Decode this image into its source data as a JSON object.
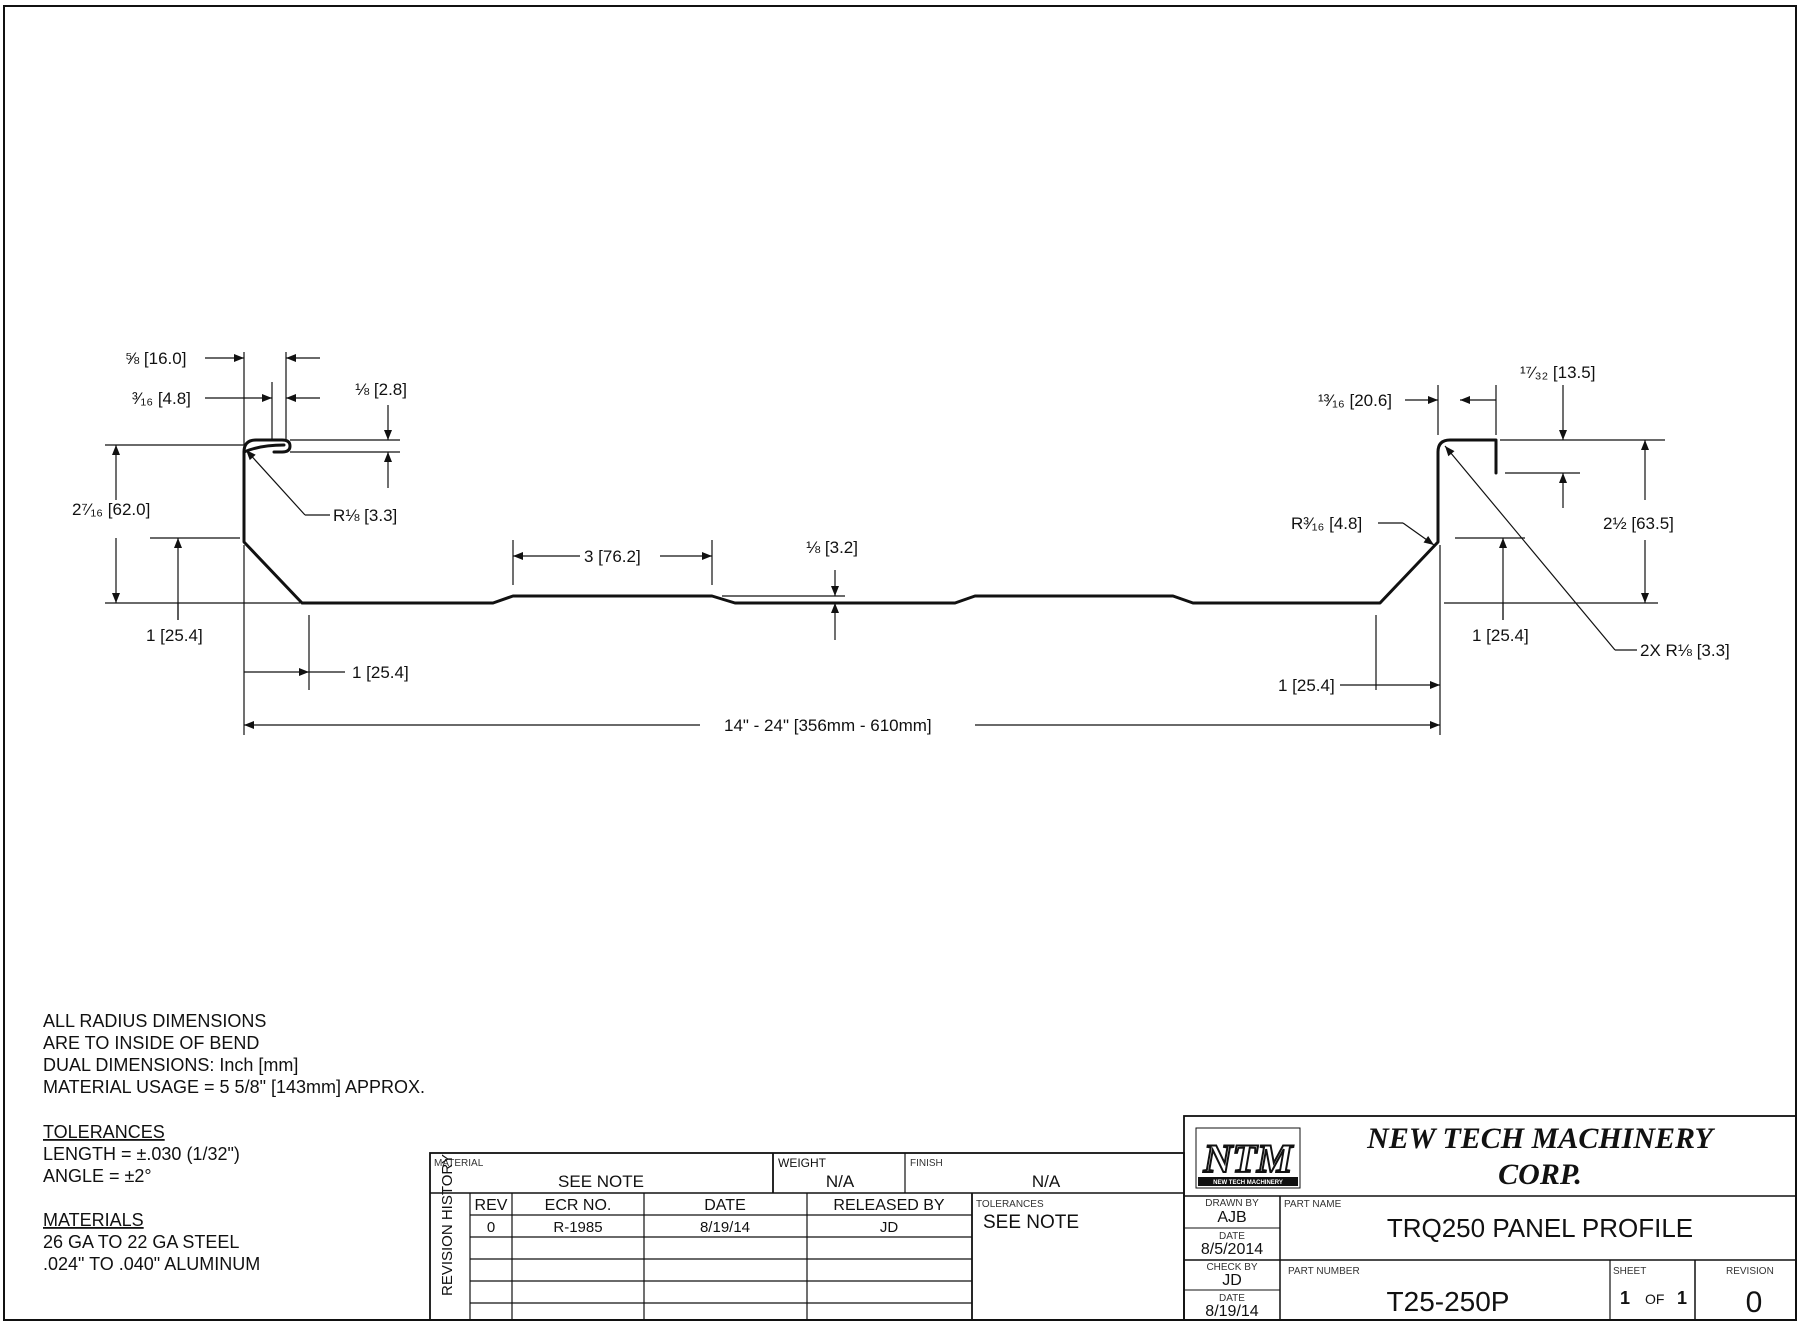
{
  "dims": {
    "d58": "⅝ [16.0]",
    "d316": "³⁄₁₆ [4.8]",
    "d18a": "⅛ [2.8]",
    "h2716": "2⁷⁄₁₆ [62.0]",
    "r18_left": "R⅛ [3.3]",
    "d3": "3 [76.2]",
    "d18b": "⅛ [3.2]",
    "d1316": "¹³⁄₁₆ [20.6]",
    "d1732": "¹⁷⁄₃₂ [13.5]",
    "r316": "R³⁄₁₆ [4.8]",
    "h212": "2½ [63.5]",
    "d1_left_v": "1 [25.4]",
    "d1_left_h": "1 [25.4]",
    "d1_right_v": "1 [25.4]",
    "d1_right_h": "1 [25.4]",
    "r18_2x": "2X R⅛ [3.3]",
    "width": "14\" - 24\" [356mm - 610mm]"
  },
  "notes": {
    "lines": [
      "ALL RADIUS DIMENSIONS",
      "ARE TO INSIDE OF BEND",
      "DUAL DIMENSIONS: Inch [mm]",
      "MATERIAL USAGE = 5 5/8\" [143mm] APPROX."
    ],
    "tolerances_title": "TOLERANCES",
    "tolerances": [
      "LENGTH = ±.030  (1/32\")",
      "ANGLE = ±2°"
    ],
    "materials_title": "MATERIALS",
    "materials": [
      "26 GA TO 22 GA STEEL",
      ".024\" TO .040\" ALUMINUM"
    ]
  },
  "title_block": {
    "material_label": "MATERIAL",
    "material_value": "SEE NOTE",
    "weight_label": "WEIGHT",
    "weight_value": "N/A",
    "finish_label": "FINISH",
    "finish_value": "N/A",
    "revision_history_label": "REVISION HISTORY",
    "rev_headers": [
      "REV",
      "ECR NO.",
      "DATE",
      "RELEASED BY"
    ],
    "rev_rows": [
      [
        "0",
        "R-1985",
        "8/19/14",
        "JD"
      ],
      [
        "",
        "",
        "",
        ""
      ],
      [
        "",
        "",
        "",
        ""
      ],
      [
        "",
        "",
        "",
        ""
      ],
      [
        "",
        "",
        "",
        ""
      ]
    ],
    "tolerances_label": "TOLERANCES",
    "tolerances_value": "SEE NOTE",
    "company_line1": "NEW TECH MACHINERY",
    "company_line2": "CORP.",
    "logo_text": "NTM",
    "logo_subtext": "NEW TECH MACHINERY",
    "drawn_by_label": "DRAWN BY",
    "drawn_by": "AJB",
    "drawn_date_label": "DATE",
    "drawn_date": "8/5/2014",
    "check_by_label": "CHECK BY",
    "check_by": "JD",
    "check_date_label": "DATE",
    "check_date": "8/19/14",
    "part_name_label": "PART NAME",
    "part_name": "TRQ250 PANEL PROFILE",
    "part_number_label": "PART NUMBER",
    "part_number": "T25-250P",
    "sheet_label": "SHEET",
    "sheet_num": "1",
    "sheet_of": "OF",
    "sheet_total": "1",
    "revision_label": "REVISION",
    "revision": "0"
  }
}
